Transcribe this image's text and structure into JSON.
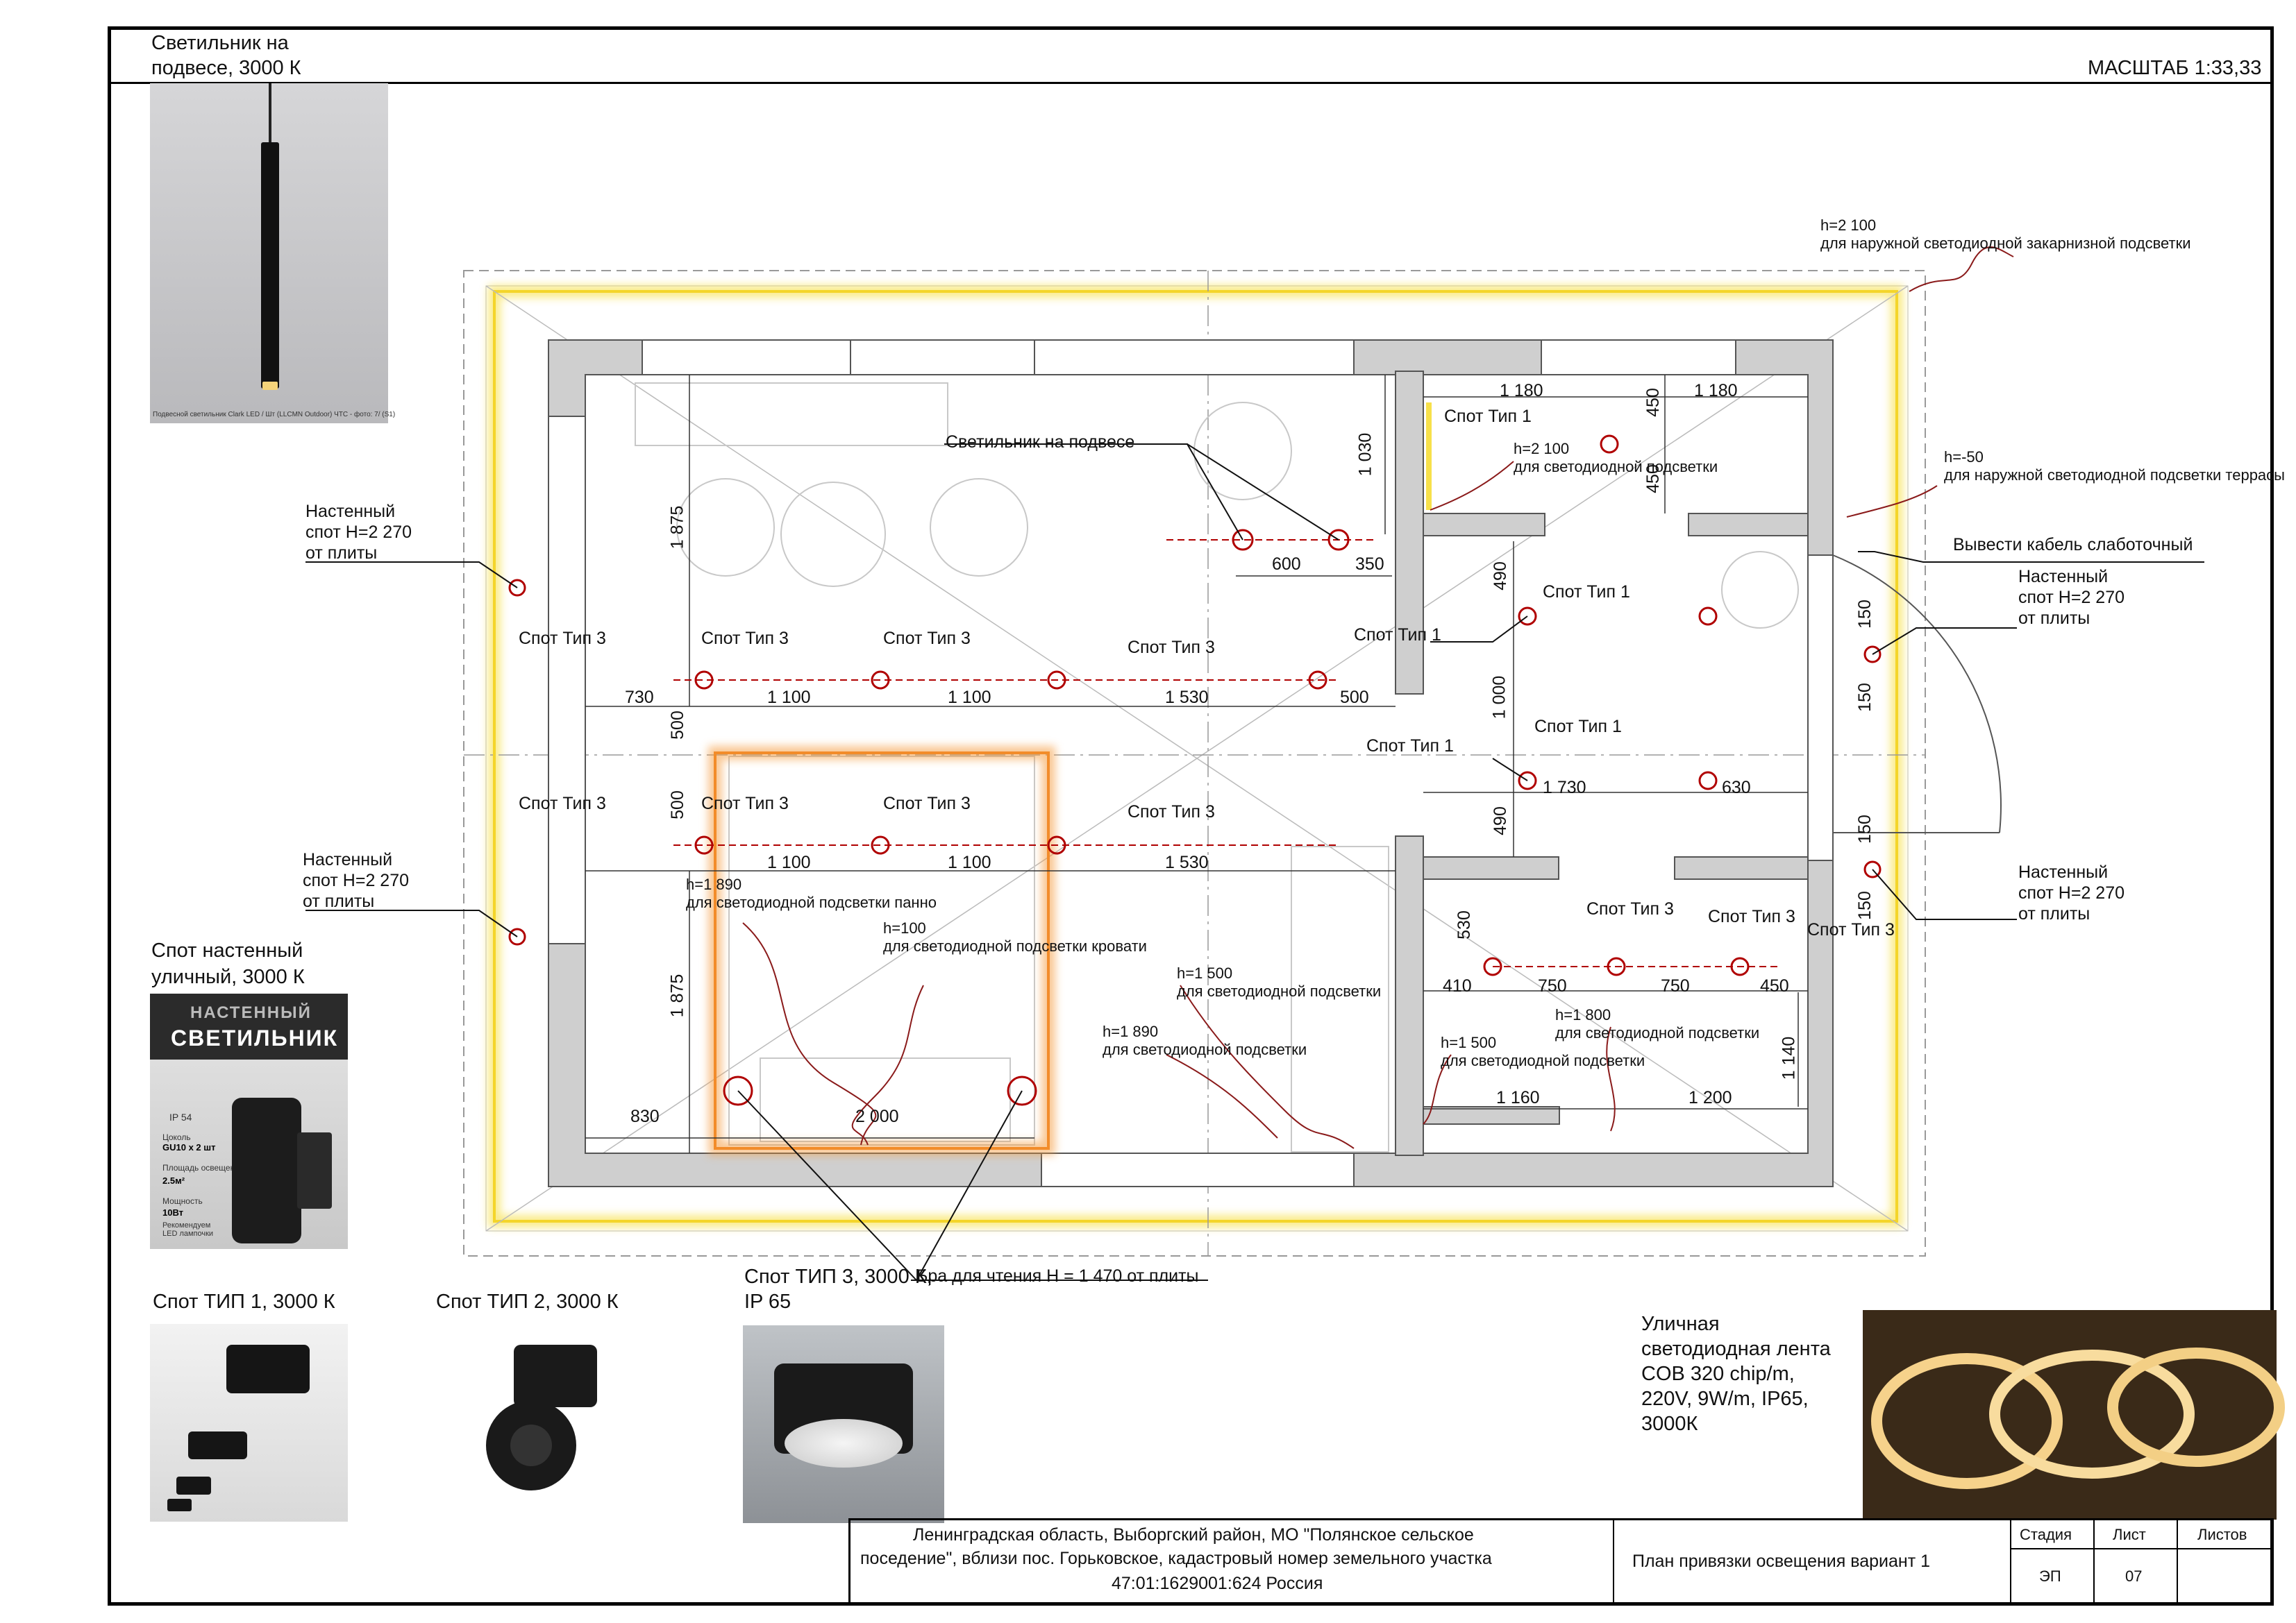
{
  "header": {
    "scale": "МАСШТАБ 1:33,33",
    "top_label_line1": "Светильник на",
    "top_label_line2": "подвесе, 3000 К"
  },
  "catalog": {
    "pendant_caption_line1": "Светильник на",
    "pendant_caption_line2": "подвесе, 3000 К",
    "pendant_photo_note": "Подвесной светильник Clark LED / Шт (LLCMN Outdoor) ЧТС - фото: 7/ (S1)",
    "wall_spot_caption_line1": "Спот настенный",
    "wall_spot_caption_line2": "уличный, 3000 К",
    "wall_box": {
      "title_line1": "НАСТЕННЫЙ",
      "title_line2": "СВЕТИЛЬНИК",
      "ip": "IP 54",
      "base_label": "Цоколь",
      "base_value": "GU10 x 2 шт",
      "area_label": "Площадь освещения",
      "area_value": "2.5м²",
      "power_label": "Мощность",
      "power_value": "10Вт",
      "note": "Рекомендуем LED лампочки"
    },
    "spot1_caption": "Спот ТИП 1, 3000 К",
    "spot2_caption": "Спот ТИП 2, 3000 К",
    "spot3_caption_line1": "Спот ТИП 3, 3000 К,",
    "spot3_caption_line2": "IP 65",
    "strip_caption": [
      "Уличная",
      "светодиодная лента",
      "COB 320 chip/m,",
      "220V, 9W/m, IP65,",
      "3000К"
    ]
  },
  "plan": {
    "labels": {
      "pendant": "Светильник на подвесе",
      "wall_spot_l1": "Настенный",
      "wall_spot_l2": "спот H=2 270",
      "wall_spot_l3": "от плиты",
      "spot3": "Спот  Тип 3",
      "spot3b": "Спот Тип 3",
      "spot1": "Спот Тип 1",
      "h2100": "h=2 100",
      "h2100_note": "для светодиодной подсветки",
      "h2100_outer": "h=2 100",
      "h2100_outer_note": "для наружной светодиодной закарнизной подсветки",
      "hm50": "h=-50",
      "hm50_note": "для наружной светодиодной подсветки террасы",
      "cable": "Вывести кабель слаботочный",
      "h1890a": "h=1 890",
      "h1890a_note": "для светодиодной подсветки панно",
      "h100": "h=100",
      "h100_note": "для светодиодной подсветки кровати",
      "h1500": "h=1 500",
      "h1500_note": "для светодиодной подсветки",
      "h1890b": "h=1 890",
      "h1890b_note": "для светодиодной подсветки",
      "h1800": "h=1 800",
      "h1800_note": "для светодиодной подсветки",
      "h1500b": "h=1 500",
      "h1500b_note": "для светодиодной подсветки",
      "reading": "Бра для чтения H = 1 470 от плиты"
    },
    "dims": {
      "d1180a": "1 180",
      "d1180b": "1 180",
      "d450a": "450",
      "d450b": "450",
      "d1030": "1 030",
      "d600": "600",
      "d350": "350",
      "d1875a": "1 875",
      "d730": "730",
      "d1100a": "1 100",
      "d1100b": "1 100",
      "d1530a": "1 530",
      "d500a": "500",
      "d500v1": "500",
      "d500v2": "500",
      "d1100c": "1 100",
      "d1100d": "1 100",
      "d1530b": "1 530",
      "d490a": "490",
      "d1000": "1 000",
      "d490b": "490",
      "d1730": "1 730",
      "d630": "630",
      "d150a": "150",
      "d150b": "150",
      "d150c": "150",
      "d150d": "150",
      "d530": "530",
      "d410": "410",
      "d750a": "750",
      "d750b": "750",
      "d450c": "450",
      "d1140": "1 140",
      "d1160": "1 160",
      "d1200": "1 200",
      "d1875b": "1 875",
      "d830": "830",
      "d2000": "2 000"
    }
  },
  "stamp": {
    "address_line1": "Ленинградская область, Выборгский район, МО \"Полянское сельское",
    "address_line2": "поседение\", вблизи пос. Горьковское, кадастровый номер земельного участка",
    "address_line3": "47:01:1629001:624 Россия",
    "title": "План привязки освещения вариант 1",
    "stage_label": "Стадия",
    "sheet_label": "Лист",
    "sheets_label": "Листов",
    "stage_value": "ЭП",
    "sheet_value": "07",
    "sheets_value": ""
  },
  "colors": {
    "glow_yellow": "#f7e04a",
    "glow_orange": "#f59a3a",
    "spot_red": "#b00000",
    "wall": "#cfcfcf",
    "wire": "#8a1a1a"
  }
}
